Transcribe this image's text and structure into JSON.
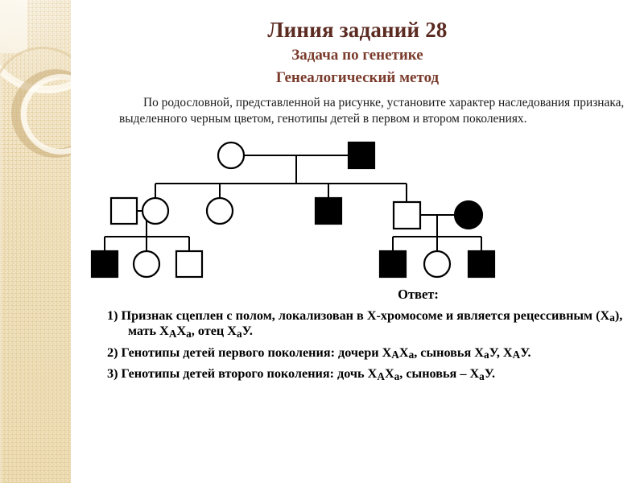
{
  "slide": {
    "title": "Линия заданий 28",
    "subtitle1": "Задача по генетике",
    "subtitle2": "Генеалогический метод",
    "intro": "По родословной, представленной на рисунке, установите характер наследования признака, выделенного черным цветом, генотипы детей в первом и втором поколениях.",
    "title_color": "#5b2b22",
    "subtitle_color": "#7a3b2c",
    "border_color": "#f3e7c9"
  },
  "answer": {
    "label": "Ответ:",
    "item1_number": "1)",
    "item1_text_a": "Признак сцеплен с полом, локализован в X-хромосоме и является рецессивным (X",
    "item1_sub_a": "a",
    "item1_text_b": "), мать X",
    "item1_sub_b": "A",
    "item1_text_c": "X",
    "item1_sub_c": "a",
    "item1_text_d": ", отец X",
    "item1_sub_d": "a",
    "item1_text_e": "У.",
    "item2_number": "2)",
    "item2_text_a": "Генотипы детей первого поколения: дочери X",
    "item2_sub_a": "A",
    "item2_text_b": "X",
    "item2_sub_b": "a",
    "item2_text_c": ", сыновья X",
    "item2_sub_c": "a",
    "item2_text_d": "У, X",
    "item2_sub_d": "A",
    "item2_text_e": "У.",
    "item3_number": "3)",
    "item3_text_a": "Генотипы детей второго поколения: дочь X",
    "item3_sub_a": "A",
    "item3_text_b": "X",
    "item3_sub_b": "a",
    "item3_text_c": ", сыновья – X",
    "item3_sub_c": "a",
    "item3_text_d": "У."
  },
  "pedigree": {
    "stroke_color": "#000000",
    "fill_affected": "#000000",
    "fill_unaffected": "#ffffff",
    "generations": [
      {
        "id": "I",
        "members": [
          {
            "name": "gen1-mother",
            "shape": "circle",
            "affected": false
          },
          {
            "name": "gen1-father",
            "shape": "square",
            "affected": true
          }
        ]
      },
      {
        "id": "II",
        "members": [
          {
            "name": "gen2-spouse-male-left",
            "shape": "square",
            "affected": false
          },
          {
            "name": "gen2-daughter-1",
            "shape": "circle",
            "affected": false
          },
          {
            "name": "gen2-daughter-2",
            "shape": "circle",
            "affected": false
          },
          {
            "name": "gen2-son-1",
            "shape": "square",
            "affected": true
          },
          {
            "name": "gen2-son-2",
            "shape": "square",
            "affected": false
          },
          {
            "name": "gen2-spouse-female-right",
            "shape": "circle",
            "affected": true
          }
        ]
      },
      {
        "id": "III",
        "members": [
          {
            "name": "gen3-son-left-1",
            "shape": "square",
            "affected": true
          },
          {
            "name": "gen3-daughter-left",
            "shape": "circle",
            "affected": false
          },
          {
            "name": "gen3-son-left-2",
            "shape": "square",
            "affected": false
          },
          {
            "name": "gen3-son-right-1",
            "shape": "square",
            "affected": true
          },
          {
            "name": "gen3-daughter-right",
            "shape": "circle",
            "affected": false
          },
          {
            "name": "gen3-son-right-2",
            "shape": "square",
            "affected": true
          }
        ]
      }
    ]
  }
}
